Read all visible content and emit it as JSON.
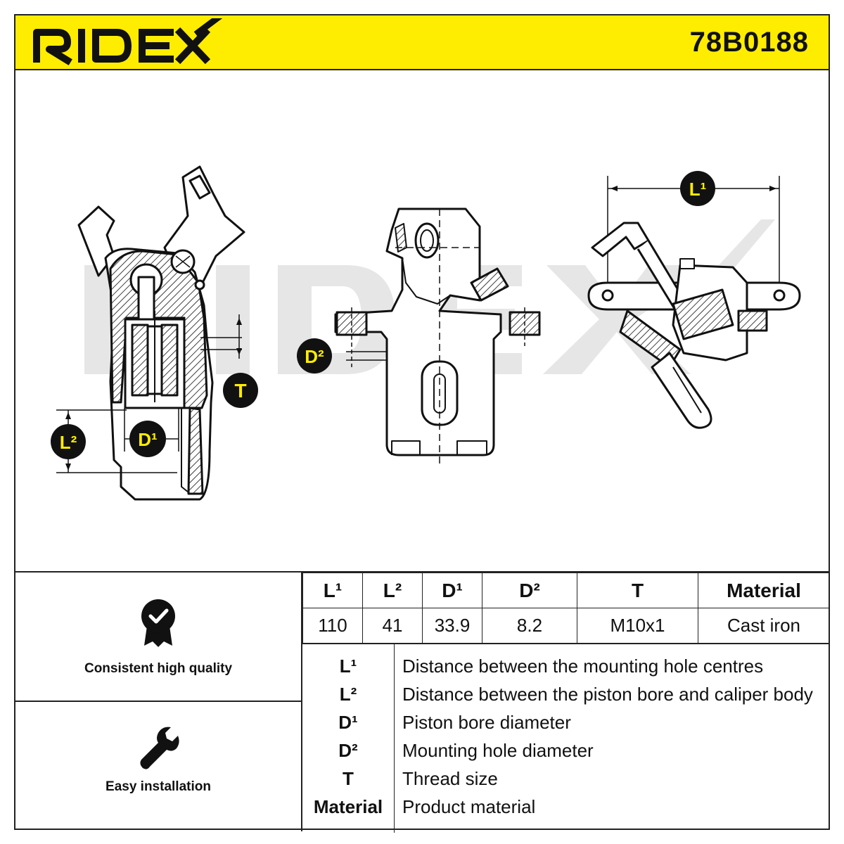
{
  "brand": "RIDEX",
  "part_number": "78B0188",
  "watermark": "RIDEX",
  "callouts": {
    "l1": "L¹",
    "l2": "L²",
    "d1": "D¹",
    "d2": "D²",
    "t": "T"
  },
  "features": [
    {
      "label": "Consistent high quality",
      "icon": "quality-badge-icon"
    },
    {
      "label": "Easy installation",
      "icon": "wrench-icon"
    }
  ],
  "specs": {
    "headers": [
      "L¹",
      "L²",
      "D¹",
      "D²",
      "T",
      "Material"
    ],
    "values": [
      "110",
      "41",
      "33.9",
      "8.2",
      "M10x1",
      "Cast iron"
    ]
  },
  "legend": [
    {
      "key": "L¹",
      "desc": "Distance between the mounting hole centres"
    },
    {
      "key": "L²",
      "desc": "Distance between the piston bore and caliper body"
    },
    {
      "key": "D¹",
      "desc": "Piston bore diameter"
    },
    {
      "key": "D²",
      "desc": "Mounting hole diameter"
    },
    {
      "key": "T",
      "desc": "Thread size"
    },
    {
      "key": "Material",
      "desc": "Product material"
    }
  ],
  "colors": {
    "header": "#ffed00",
    "callout_fill": "#111111",
    "callout_text": "#ffed00"
  }
}
